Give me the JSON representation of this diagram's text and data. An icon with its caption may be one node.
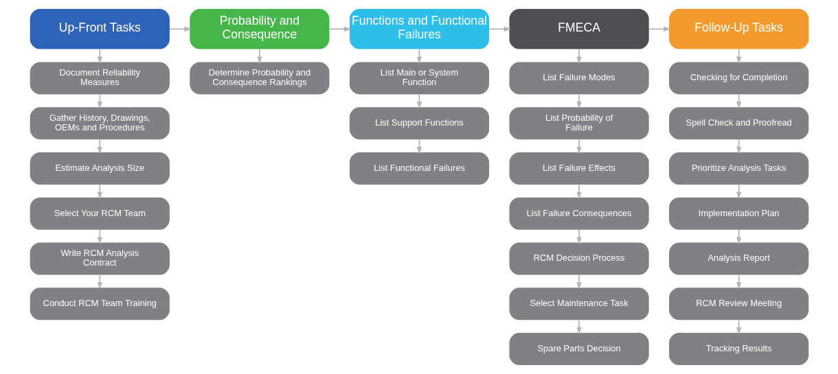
{
  "diagram": {
    "nodes": [
      {
        "text": [
          "Up-Front Tasks"
        ]
      },
      {
        "text": [
          "Document Reliability Measures"
        ]
      },
      {
        "text": [
          "Gather History, Drawings, OEMs and Procedures"
        ]
      },
      {
        "text": [
          "Estimate Analysis Size"
        ]
      },
      {
        "text": [
          "Select Your RCM Team"
        ]
      },
      {
        "text": [
          "Write RCM Analysis Contract"
        ]
      },
      {
        "text": [
          "Conduct RCM Team Training"
        ]
      },
      {
        "text": [
          "Probability and Consequence"
        ]
      },
      {
        "text": [
          "Determine Probability and Consequence Rankings"
        ]
      },
      {
        "text": [
          "Functions and Functional Failures"
        ]
      },
      {
        "text": [
          "List Main or System Function"
        ]
      },
      {
        "text": [
          "List Support Functions"
        ]
      },
      {
        "text": [
          "List Functional Failures"
        ]
      },
      {
        "text": [
          "FMECA"
        ]
      },
      {
        "text": [
          "List Failure Modes"
        ]
      },
      {
        "text": [
          "List Probability of Failure"
        ]
      },
      {
        "text": [
          "List Failure Effects"
        ]
      },
      {
        "text": [
          "List Failure Consequences"
        ]
      },
      {
        "text": [
          "RCM Decision Process"
        ]
      },
      {
        "text": [
          "Select Maintenance Task"
        ]
      },
      {
        "text": [
          "Spare Parts Decision"
        ]
      },
      {
        "text": [
          "Follow-Up Tasks"
        ]
      },
      {
        "text": [
          "Checking for Completion"
        ]
      },
      {
        "text": [
          "Spell Check and Proofread"
        ]
      },
      {
        "text": [
          "Prioritize Analysis Tasks"
        ]
      },
      {
        "text": [
          "Implementation Plan"
        ]
      },
      {
        "text": [
          "Analysis Report"
        ]
      },
      {
        "text": [
          "RCM Review Meeting"
        ]
      },
      {
        "text": [
          "Tracking Results"
        ]
      }
    ],
    "edges": [
      {
        "from": 0,
        "to": 7,
        "arrow": "to"
      },
      {
        "from": 7,
        "to": 9,
        "arrow": "to"
      },
      {
        "from": 9,
        "to": 13,
        "arrow": "to"
      },
      {
        "from": 13,
        "to": 21,
        "arrow": "to"
      },
      {
        "from": 0,
        "to": 1,
        "arrow": "to"
      },
      {
        "from": 1,
        "to": 2,
        "arrow": "to"
      },
      {
        "from": 2,
        "to": 3,
        "arrow": "to"
      },
      {
        "from": 3,
        "to": 4,
        "arrow": "to"
      },
      {
        "from": 4,
        "to": 5,
        "arrow": "to"
      },
      {
        "from": 5,
        "to": 6,
        "arrow": "to"
      },
      {
        "from": 7,
        "to": 8,
        "arrow": "to"
      },
      {
        "from": 9,
        "to": 10,
        "arrow": "to"
      },
      {
        "from": 10,
        "to": 11,
        "arrow": "to"
      },
      {
        "from": 11,
        "to": 12,
        "arrow": "to"
      },
      {
        "from": 13,
        "to": 14,
        "arrow": "to"
      },
      {
        "from": 14,
        "to": 15,
        "arrow": "to"
      },
      {
        "from": 15,
        "to": 16,
        "arrow": "to"
      },
      {
        "from": 16,
        "to": 17,
        "arrow": "to"
      },
      {
        "from": 17,
        "to": 18,
        "arrow": "to"
      },
      {
        "from": 18,
        "to": 19,
        "arrow": "to"
      },
      {
        "from": 19,
        "to": 20,
        "arrow": "to"
      },
      {
        "from": 21,
        "to": 22,
        "arrow": "to"
      },
      {
        "from": 22,
        "to": 23,
        "arrow": "to"
      },
      {
        "from": 23,
        "to": 24,
        "arrow": "to"
      },
      {
        "from": 24,
        "to": 25,
        "arrow": "to"
      },
      {
        "from": 25,
        "to": 26,
        "arrow": "to"
      },
      {
        "from": 26,
        "to": 27,
        "arrow": "to"
      },
      {
        "from": 27,
        "to": 28,
        "arrow": "to"
      }
    ]
  }
}
